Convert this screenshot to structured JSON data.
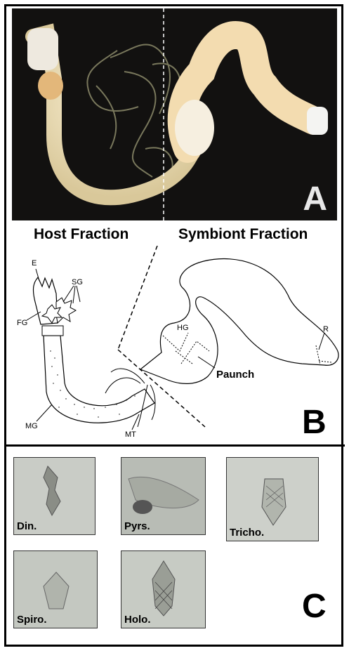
{
  "panel_a": {
    "letter": "A",
    "host_label": "Host Fraction",
    "symbiont_label": "Symbiont Fraction"
  },
  "panel_b": {
    "letter": "B",
    "labels": {
      "e": "E",
      "sg": "SG",
      "fg": "FG",
      "mg": "MG",
      "mt": "MT",
      "hg": "HG",
      "r": "R",
      "paunch": "Paunch"
    }
  },
  "panel_c": {
    "letter": "C",
    "thumbnails": [
      {
        "label": "Din."
      },
      {
        "label": "Pyrs."
      },
      {
        "label": "Tricho."
      },
      {
        "label": "Spiro."
      },
      {
        "label": "Holo."
      }
    ]
  }
}
